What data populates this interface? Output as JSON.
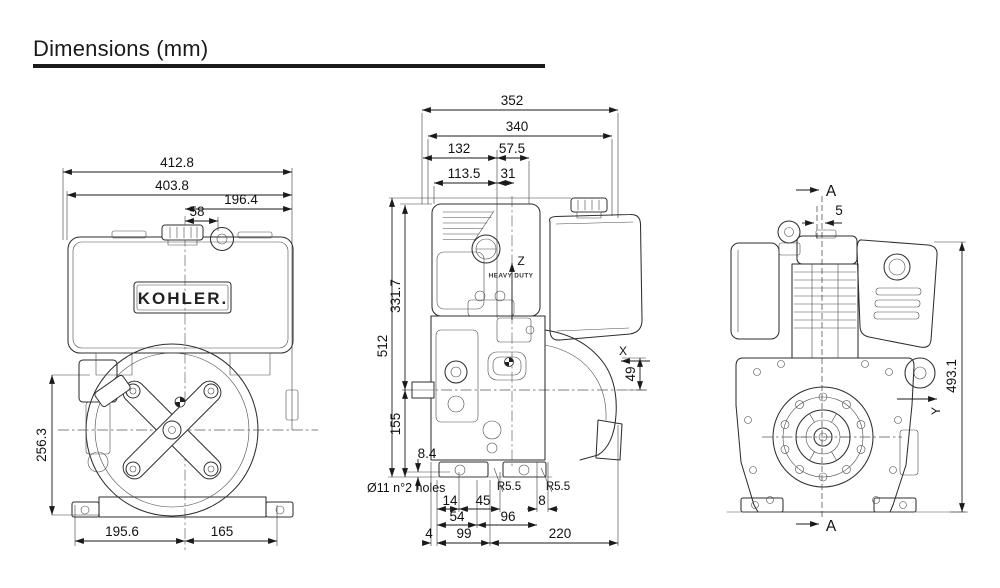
{
  "title": "Dimensions (mm)",
  "front": {
    "brand": "KOHLER.",
    "dims": {
      "w4128": "412.8",
      "w4038": "403.8",
      "w1964": "196.4",
      "w58": "58",
      "h2563": "256.3",
      "b1956": "195.6",
      "b165": "165"
    }
  },
  "side": {
    "filter_label": "HEAVY DUTY",
    "holes_note": "Ø11 n°2 holes",
    "axis_x": "X",
    "axis_z": "Z",
    "dims": {
      "w352": "352",
      "w340": "340",
      "w132": "132",
      "w575": "57.5",
      "w1135": "113.5",
      "w31": "31",
      "h3317": "331.7",
      "h512": "512",
      "h155": "155",
      "h84": "8.4",
      "h49": "49",
      "r55a": "R5.5",
      "r55b": "R5.5",
      "b14": "14",
      "b45": "45",
      "b8": "8",
      "b54": "54",
      "b96": "96",
      "b4": "4",
      "b99": "99",
      "b220": "220"
    }
  },
  "pto": {
    "section_top": "A",
    "section_bottom": "A",
    "axis_y": "Y",
    "dims": {
      "w5": "5",
      "h4931": "493.1"
    }
  },
  "colors": {
    "line": "#2e2e2e",
    "text": "#111111",
    "background": "#ffffff"
  }
}
